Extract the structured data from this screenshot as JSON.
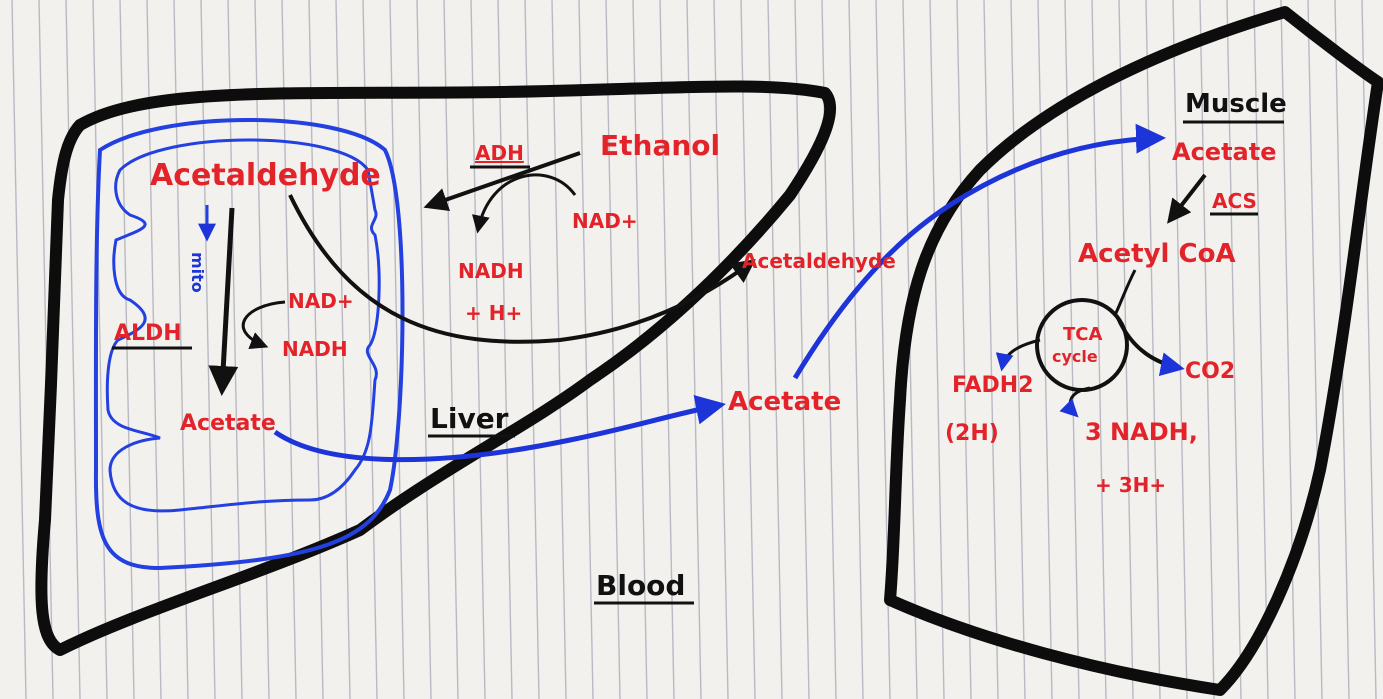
{
  "colors": {
    "paper": "#f3f1ee",
    "rule_lines": "#b9b9c3",
    "organ_outline": "#0d0d0d",
    "mitochondrion": "#2340e0",
    "metabolite_text": "#e3232a",
    "arrow_black": "#111111",
    "arrow_blue": "#1d35d8"
  },
  "labels": {
    "liver": "Liver",
    "muscle": "Muscle",
    "blood": "Blood"
  },
  "liver": {
    "ethanol": "Ethanol",
    "adh": "ADH",
    "nad_plus": "NAD+",
    "nadh": "NADH",
    "h_plus": "+ H+",
    "acetaldehyde": "Acetaldehyde",
    "aldh": "ALDH",
    "mito_label": "mito",
    "mito_nad_plus": "NAD+",
    "mito_nadh": "NADH",
    "acetate": "Acetate"
  },
  "blood": {
    "acetaldehyde": "Acetaldehyde",
    "acetate": "Acetate"
  },
  "muscle": {
    "acetate": "Acetate",
    "acs": "ACS",
    "acetyl_coa": "Acetyl CoA",
    "tca_line1": "TCA",
    "tca_line2": "cycle",
    "co2": "CO2",
    "fadh2": "FADH2",
    "two_h": "(2H)",
    "three_nadh": "3 NADH,",
    "three_h_plus": "+ 3H+"
  }
}
